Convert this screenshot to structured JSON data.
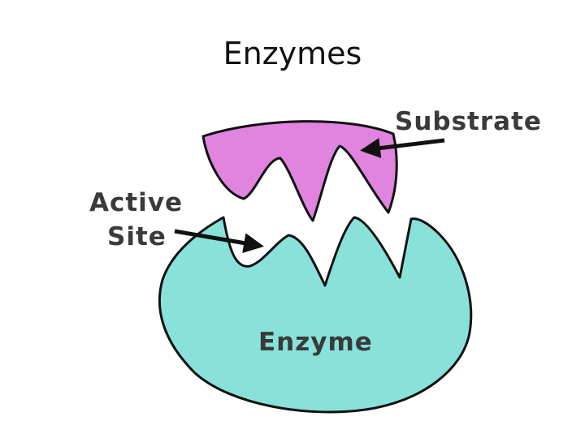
{
  "slide": {
    "title": "Enzymes"
  },
  "diagram": {
    "labels": {
      "substrate": "Substrate",
      "active_site_line1": "Active",
      "active_site_line2": "Site",
      "enzyme": "Enzyme"
    },
    "colors": {
      "substrate_fill": "#e084e0",
      "enzyme_fill": "#88e2da",
      "outline": "#111111",
      "label_text": "#3a3a3a"
    }
  }
}
